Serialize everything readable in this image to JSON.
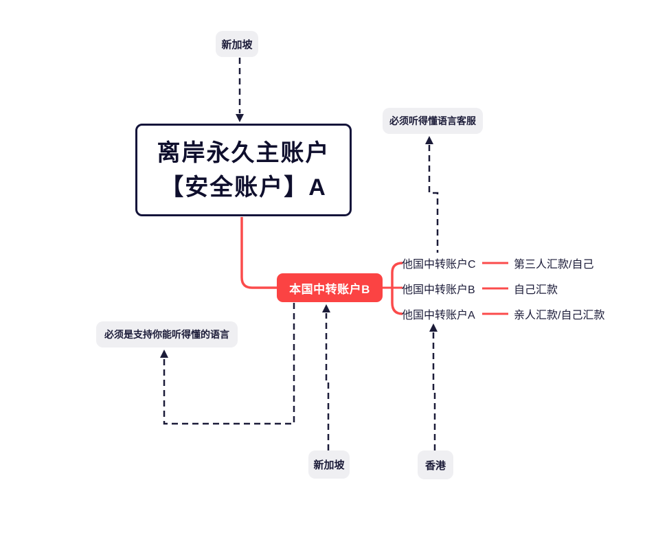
{
  "diagram": {
    "type": "mind-map",
    "colors": {
      "accent_red": "#fb4343",
      "line_navy": "#1b1b38",
      "note_background": "#efeff2",
      "main_border": "#14143a",
      "background": "#ffffff"
    },
    "nodes": {
      "singapore_top": {
        "label": "新加坡"
      },
      "main_account": {
        "title_line1": "离岸永久主账户",
        "title_line2": "【安全账户】A"
      },
      "domestic_transit": {
        "label": "本国中转账户B"
      },
      "note_service": {
        "label": "必须听得懂语言客服"
      },
      "note_language": {
        "label": "必须是支持你能听得懂的语言"
      },
      "singapore_bottom": {
        "label": "新加坡"
      },
      "hongkong": {
        "label": "香港"
      }
    },
    "branches": [
      {
        "label": "他国中转账户C",
        "detail": "第三人汇款/自己"
      },
      {
        "label": "他国中转账户B",
        "detail": "自己汇款"
      },
      {
        "label": "他国中转账户A",
        "detail": "亲人汇款/自己汇款"
      }
    ]
  }
}
